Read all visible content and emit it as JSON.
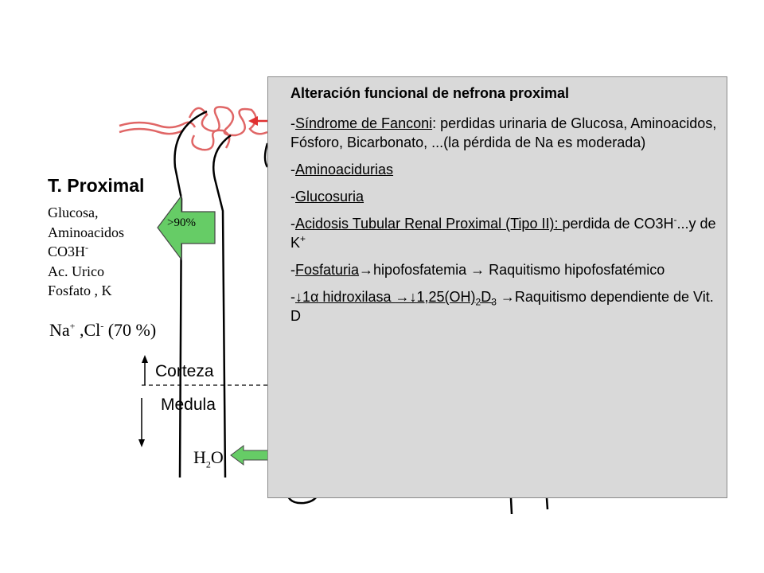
{
  "left_labels": {
    "title": "T. Proximal",
    "items": [
      "Glucosa,",
      "Aminoacidos",
      "CO3H",
      "Ac. Urico",
      "Fosfato , K"
    ],
    "co3h_superscript": "-",
    "na_label": "Na",
    "na_superscript": "+",
    "cl_label": " ,Cl",
    "cl_superscript": "-",
    "reabsorption_pct": "(70 %)",
    "arrow_label": ">90%"
  },
  "zones": {
    "top": "Corteza",
    "bottom": "Medula"
  },
  "water": {
    "h": "H",
    "sub": "2",
    "o": "O"
  },
  "panel": {
    "title": "Alteración funcional de nefrona proximal",
    "fanconi_dash": "-",
    "fanconi_name": "Síndrome de Fanconi",
    "fanconi_rest": ": perdidas urinaria de Glucosa, Aminoacidos, Fósforo, Bicarbonato, ...(la pérdida de Na es moderada)",
    "amino_dash": "-",
    "amino": "Aminoacidurias",
    "gluco_dash": "-",
    "gluco": "Glucosuria",
    "acidosis_dash": "-",
    "acidosis_name": "Acidosis Tubular Renal Proximal (Tipo II): ",
    "acidosis_rest_1": "perdida de CO3H",
    "acidosis_sup1": "-",
    "acidosis_rest_2": "...y de K",
    "acidosis_sup2": "+",
    "fosfa_dash": "-",
    "fosfa_name": "Fosfaturia",
    "fosfa_arrow1": "→",
    "fosfa_mid": "hipofosfatemia ",
    "fosfa_arrow2": "→",
    "fosfa_end": " Raquitismo hipofosfatémico",
    "hidrox_dash": "-",
    "hidrox_arrow1": "↓",
    "hidrox_one": "1",
    "hidrox_alpha": "α",
    "hidrox_name": " hidroxilasa ",
    "hidrox_arrow2": "→",
    "hidrox_arrow3": "↓",
    "hidrox_compound": "1,25(OH)",
    "hidrox_sub1": "2",
    "hidrox_d": "D",
    "hidrox_sub2": "3",
    "hidrox_arrow4": " →",
    "hidrox_end": "Raquitismo dependiente de Vit. D"
  },
  "colors": {
    "tubule": "#e06666",
    "arrow_green": "#66cc66",
    "arrow_red": "#e03030",
    "panel_bg": "#d9d9d9"
  }
}
